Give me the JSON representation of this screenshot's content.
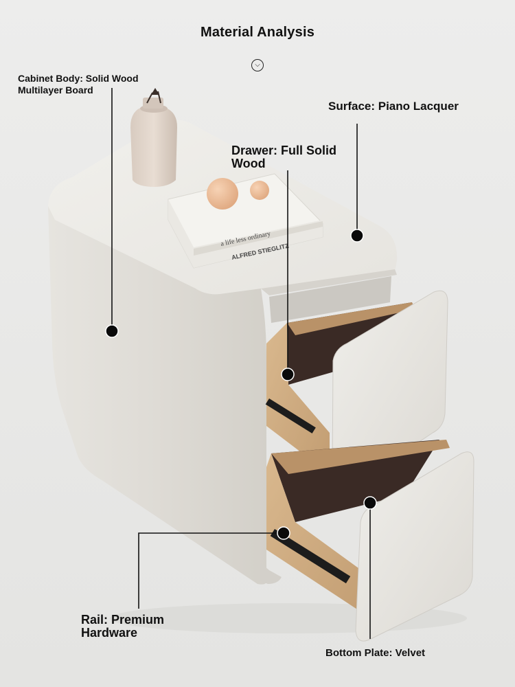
{
  "header": {
    "title": "Material Analysis",
    "icon": "chevron-down-circle-icon"
  },
  "annotations": {
    "cabinet_body": [
      "Cabinet Body: Solid Wood",
      "Multilayer Board"
    ],
    "surface": "Surface: Piano Lacquer",
    "drawer": [
      "Drawer: Full Solid",
      "Wood"
    ],
    "rail": [
      "Rail: Premium",
      "Hardware"
    ],
    "bottom_plate": "Bottom Plate: Velvet"
  },
  "product": {
    "book_line1": "a life less ordinary",
    "book_line2": "ALFRED STIEGLITZ"
  },
  "colors": {
    "background": "#ebebea",
    "cabinet": "#e4e2dd",
    "wood": "#caa57a",
    "velvet": "#3a2a25",
    "accent": "#0a0a0a"
  }
}
